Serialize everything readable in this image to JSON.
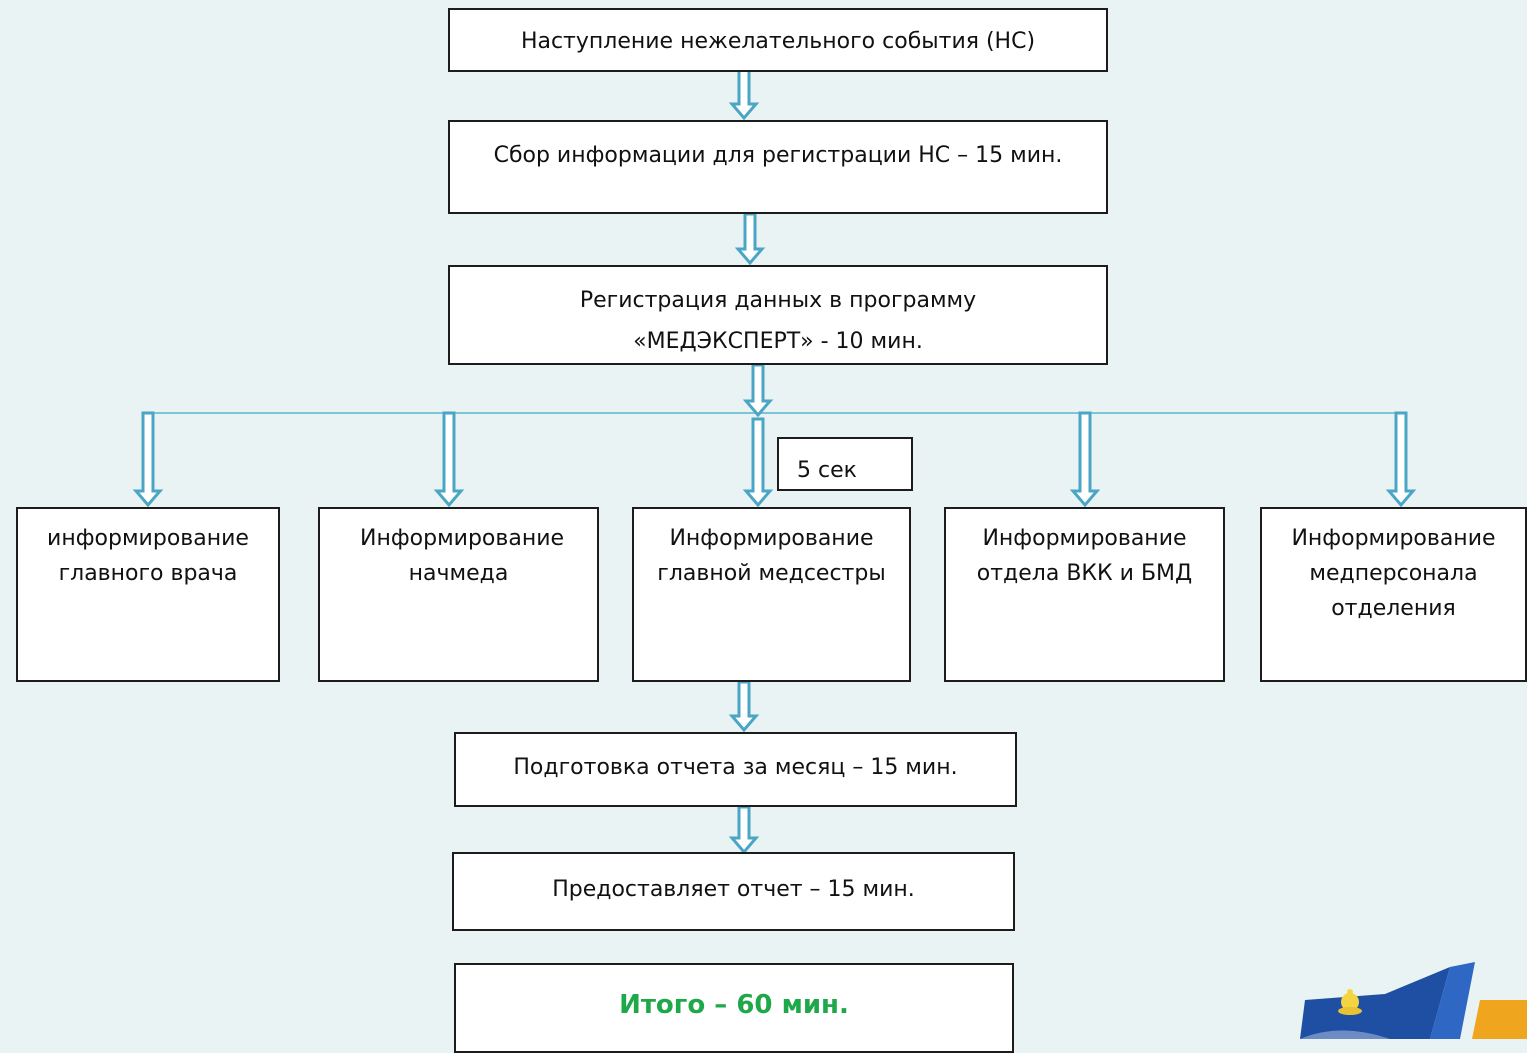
{
  "steps": {
    "event": "Наступление нежелательного события (НС)",
    "collect": "Сбор информации для регистрации НС – 15 мин.",
    "register_line1": "Регистрация данных в программу",
    "register_line2": "«МЕДЭКСПЕРТ» - 10 мин.",
    "timing_note": "5 сек",
    "inform_chief_doctor": "информирование главного врача",
    "inform_head_med": "Информирование начмеда",
    "inform_head_nurse": "Информирование главной медсестры",
    "inform_vkk": "Информирование отдела ВКК и БМД",
    "inform_staff": "Информирование медперсонала отделения",
    "monthly_report": "Подготовка отчета за месяц – 15 мин.",
    "submit_report": "Предоставляет отчет – 15 мин.",
    "total": "Итого – 60 мин."
  },
  "colors": {
    "background": "#e9f3f4",
    "arrow": "#4aa6c4",
    "total_text": "#1fa84a",
    "border": "#1c1c1c"
  }
}
